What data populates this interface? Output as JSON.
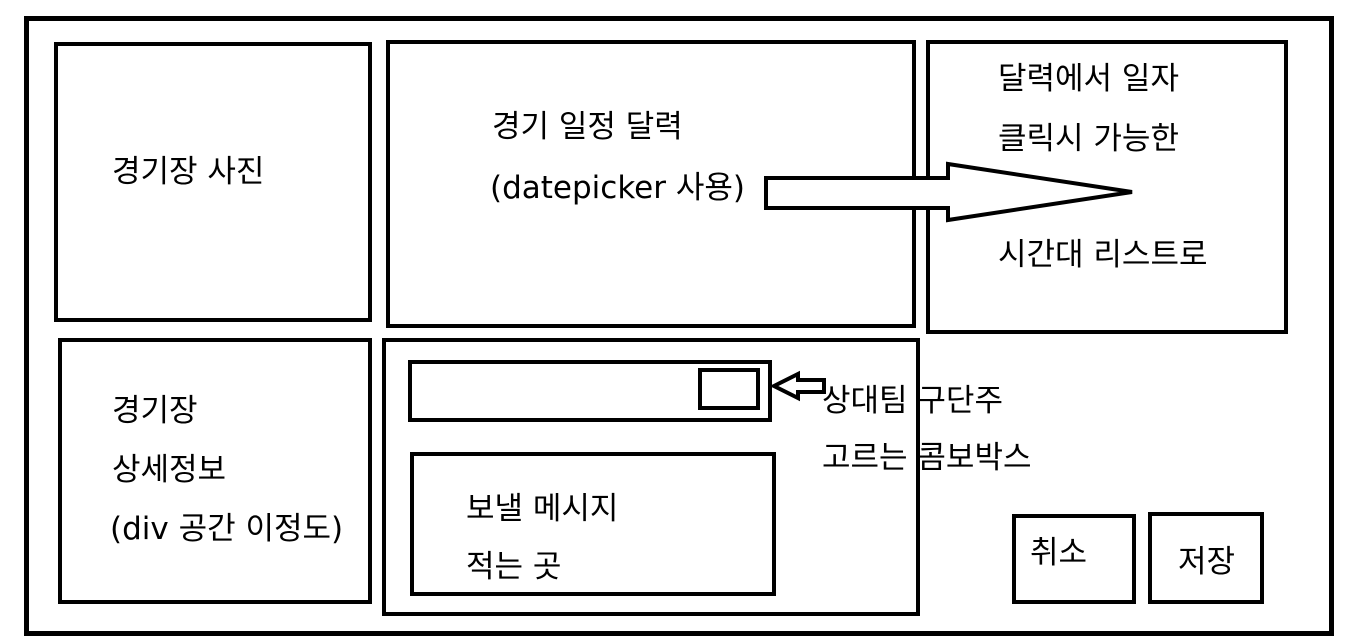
{
  "stadium_photo": {
    "label": "경기장 사진"
  },
  "schedule_calendar": {
    "line1": "경기 일정 달력",
    "line2": "(datepicker 사용)"
  },
  "time_slot_list": {
    "line1": "달력에서 일자",
    "line2": "클릭시 가능한",
    "line3": "시간대 리스트로"
  },
  "stadium_details": {
    "line1": "경기장",
    "line2": "상세정보",
    "line3": "(div 공간 이정도)"
  },
  "opponent_team_combobox": {
    "line1": "상대팀 구단주",
    "line2": "고르는 콤보박스"
  },
  "message_box": {
    "line1": "보낼 메시지",
    "line2": "적는 곳"
  },
  "buttons": {
    "cancel": "취소",
    "save": "저장"
  }
}
